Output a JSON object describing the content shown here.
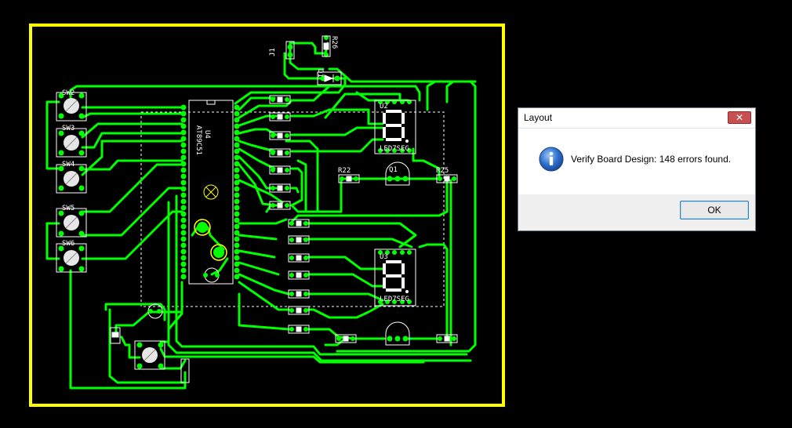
{
  "board": {
    "outline_color": "#ffff00",
    "trace_color": "#00ff00",
    "silk_color": "#ffffff"
  },
  "labels": {
    "r26": "R26",
    "j1": "J1",
    "d1": "D1",
    "sw2": "SW2",
    "sw3": "SW3",
    "sw4": "SW4",
    "sw5": "SW5",
    "sw6": "SW6",
    "u4_ref": "U4",
    "u4_part": "AT89C51",
    "u2_ref": "U2",
    "u2_part": "LED7SEG",
    "u3_ref": "U3",
    "u3_part": "LED7SEG",
    "r22": "R22",
    "r25": "R25",
    "q1": "Q1"
  },
  "dialog": {
    "title": "Layout",
    "close_glyph": "✕",
    "message": "Verify Board Design: 148 errors found.",
    "ok_label": "OK",
    "icon": "info-icon"
  }
}
